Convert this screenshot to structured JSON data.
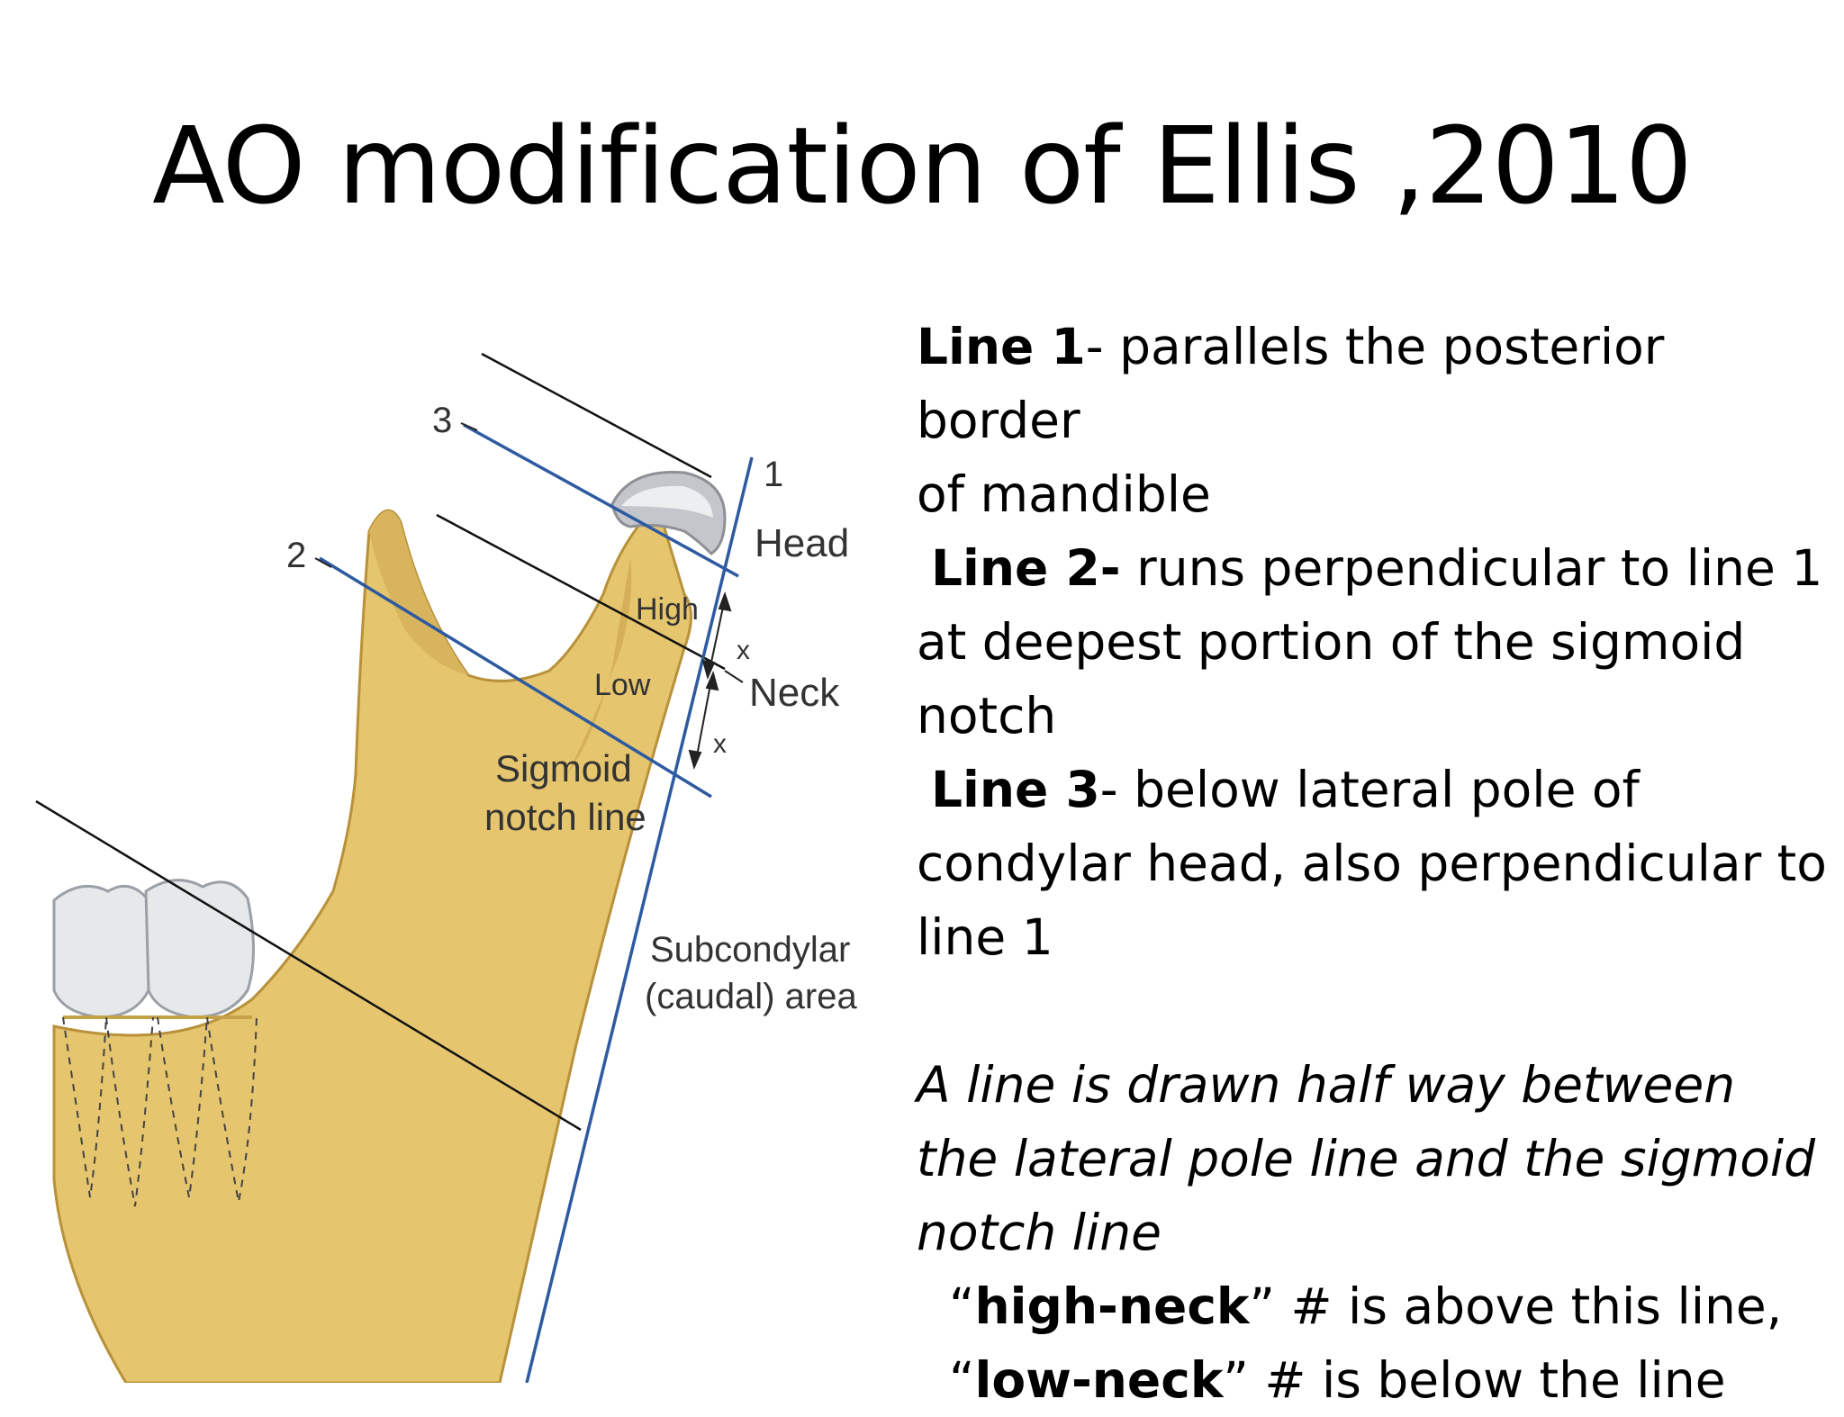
{
  "slide": {
    "title": "AO modification of Ellis ,2010"
  },
  "figure": {
    "labels": {
      "line3": "3",
      "line2": "2",
      "line1": "1",
      "head": "Head",
      "high": "High",
      "low": "Low",
      "x_upper": "x",
      "x_lower": "x",
      "neck": "Neck",
      "sigmoid": "Sigmoid",
      "notch_line": "notch line",
      "subcondylar": "Subcondylar",
      "caudal_area": "(caudal) area"
    },
    "colors": {
      "bone": "#e5c56e",
      "bone_shadow": "#c9a34a",
      "blue_line": "#2d5aa0",
      "black_line": "#111111",
      "tooth": "#e6e8ea",
      "cartilage": "#b9bcc2"
    }
  },
  "text": {
    "line1_bold": "Line 1",
    "line1_rest": "- parallels the posterior border",
    "line1_cont": "of mandible",
    "line2_bold": "Line 2-",
    "line2_rest": " runs perpendicular to line 1",
    "line2_cont1": "at deepest portion of the sigmoid",
    "line2_cont2": "notch",
    "line3_bold": "Line 3",
    "line3_rest": "- below lateral pole of",
    "line3_cont1": "condylar head, also perpendicular to",
    "line3_cont2": "line 1",
    "italic1": "A line is drawn half way between",
    "italic2": "the lateral pole line  and the sigmoid",
    "italic3": "notch line",
    "high_open": "“",
    "high_bold": "high-neck",
    "high_rest": "” # is above this line,",
    "low_open": "“",
    "low_bold": "low-neck",
    "low_rest": "” # is below the line"
  }
}
